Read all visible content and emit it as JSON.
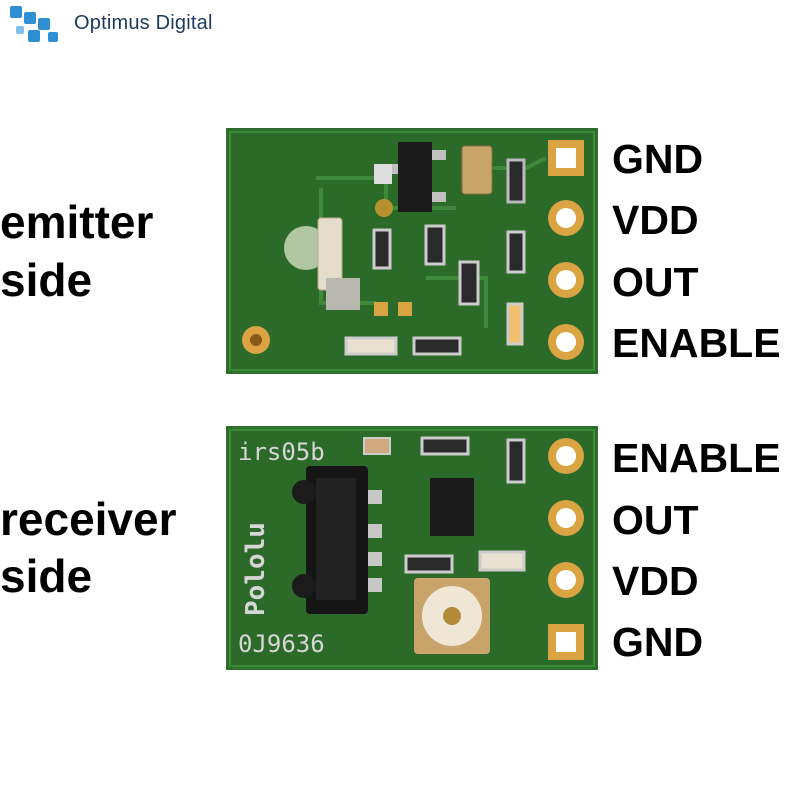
{
  "brand": {
    "name": "Optimus Digital",
    "logo_icon": "puzzle-squares-icon",
    "logo_color": "#2f8fd4"
  },
  "emitter": {
    "label_line1": "emitter",
    "label_line2": "side",
    "pins": [
      "GND",
      "VDD",
      "OUT",
      "ENABLE"
    ]
  },
  "receiver": {
    "label_line1": "receiver",
    "label_line2": "side",
    "pins": [
      "ENABLE",
      "OUT",
      "VDD",
      "GND"
    ],
    "silkscreen_part": "irs05b",
    "silkscreen_brand": "Pololu",
    "silkscreen_code": "0J9636"
  },
  "colors": {
    "pcb": "#2f6e2c",
    "pcb_edge": "#235a22",
    "gold": "#d9a441",
    "text": "#000000"
  }
}
